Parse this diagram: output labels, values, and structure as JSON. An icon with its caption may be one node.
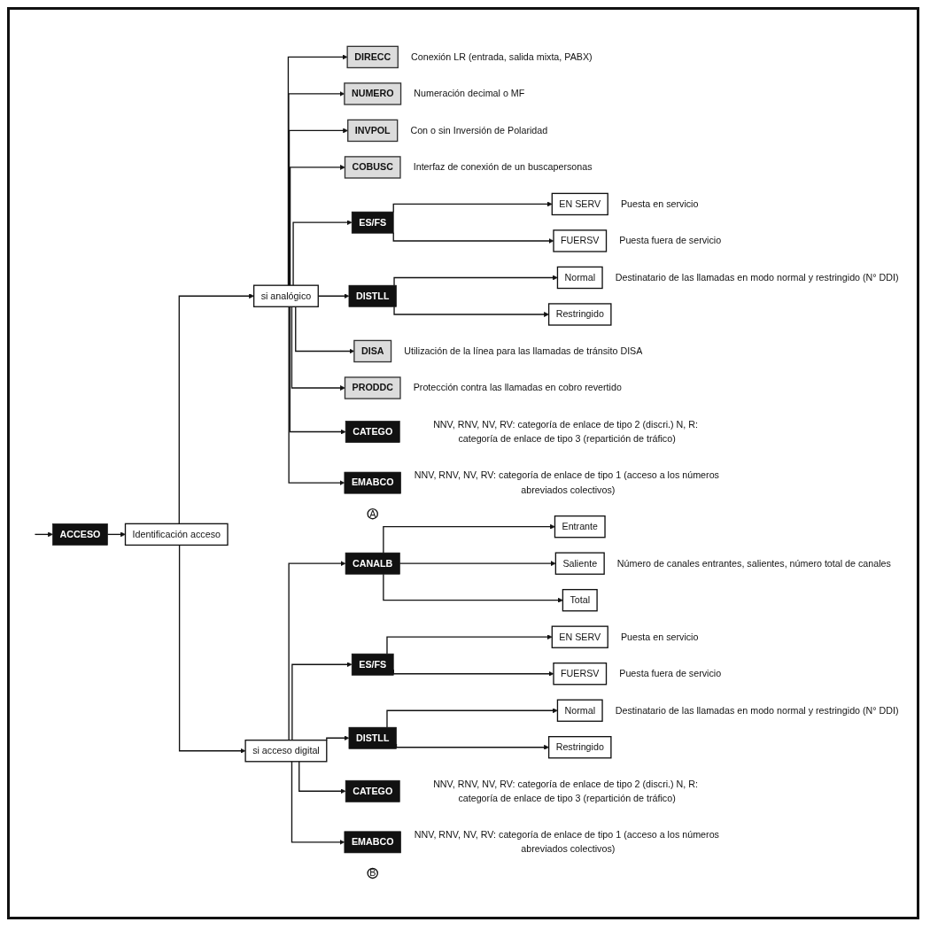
{
  "diagram": {
    "nodes": [
      {
        "text": [
          "ACCESO"
        ]
      },
      {
        "text": [
          "Identificación acceso"
        ]
      },
      {
        "text": [
          "si analógico"
        ]
      },
      {
        "text": [
          "A"
        ]
      },
      {
        "text": [
          "DIRECC"
        ],
        "beside": [
          "Conexión LR (entrada, salida mixta, PABX)"
        ]
      },
      {
        "text": [
          "NUMERO"
        ],
        "beside": [
          "Numeración decimal o MF"
        ]
      },
      {
        "text": [
          "INVPOL"
        ],
        "beside": [
          "Con o sin Inversión de Polaridad"
        ]
      },
      {
        "text": [
          "COBUSC"
        ],
        "beside": [
          "Interfaz de conexión de un buscapersonas"
        ]
      },
      {
        "text": [
          "ES/FS"
        ]
      },
      {
        "text": [
          "EN SERV"
        ],
        "beside": [
          "Puesta en servicio"
        ]
      },
      {
        "text": [
          "FUERSV"
        ],
        "beside": [
          "Puesta fuera de servicio"
        ]
      },
      {
        "text": [
          "DISTLL"
        ]
      },
      {
        "text": [
          "Normal"
        ],
        "beside": [
          "Destinatario de las llamadas en modo normal y restringido (N° DDI)"
        ]
      },
      {
        "text": [
          "Restringido"
        ]
      },
      {
        "text": [
          "DISA"
        ],
        "beside": [
          "Utilización de la línea para las llamadas de tránsito DISA"
        ]
      },
      {
        "text": [
          "PRODDC"
        ],
        "beside": [
          "Protección contra las llamadas en cobro revertido"
        ]
      },
      {
        "text": [
          "CATEGO"
        ],
        "beside": [
          "NNV, RNV, NV, RV: categoría de enlace de tipo 2 (discri.) N, R: categoría de enlace de tipo 3 (repartición de tráfico)"
        ]
      },
      {
        "text": [
          "EMABCO"
        ],
        "beside": [
          "NNV, RNV, NV, RV: categoría de enlace de tipo 1 (acceso a los números abreviados colectivos)"
        ]
      },
      {
        "text": [
          "si acceso digital"
        ]
      },
      {
        "text": [
          "B"
        ]
      },
      {
        "text": [
          "CANALB"
        ]
      },
      {
        "text": [
          "Entrante"
        ]
      },
      {
        "text": [
          "Saliente"
        ],
        "beside": [
          "Número de canales entrantes, salientes, número total de canales"
        ]
      },
      {
        "text": [
          "Total"
        ]
      },
      {
        "text": [
          "ES/FS"
        ]
      },
      {
        "text": [
          "EN SERV"
        ],
        "beside": [
          "Puesta en servicio"
        ]
      },
      {
        "text": [
          "FUERSV"
        ],
        "beside": [
          "Puesta fuera de servicio"
        ]
      },
      {
        "text": [
          "DISTLL"
        ]
      },
      {
        "text": [
          "Normal"
        ],
        "beside": [
          "Destinatario de las llamadas en modo normal y restringido (N° DDI)"
        ]
      },
      {
        "text": [
          "Restringido"
        ]
      },
      {
        "text": [
          "CATEGO"
        ],
        "beside": [
          "NNV, RNV, NV, RV: categoría de enlace de tipo 2 (discri.) N, R: categoría de enlace de tipo 3 (repartición de tráfico)"
        ]
      },
      {
        "text": [
          "EMABCO"
        ],
        "beside": [
          "NNV, RNV, NV, RV: categoría de enlace de tipo 1 (acceso a los números abreviados colectivos)"
        ]
      }
    ],
    "edges": [
      {
        "from": null,
        "to": 0,
        "arrow": "to"
      },
      {
        "from": 0,
        "to": 1,
        "arrow": "to"
      },
      {
        "from": 1,
        "to": 2,
        "arrow": "to"
      },
      {
        "from": 2,
        "to": 4,
        "arrow": "to"
      },
      {
        "from": 2,
        "to": 5,
        "arrow": "to"
      },
      {
        "from": 2,
        "to": 6,
        "arrow": "to"
      },
      {
        "from": 2,
        "to": 7,
        "arrow": "to"
      },
      {
        "from": 2,
        "to": 8,
        "arrow": "to"
      },
      {
        "from": 8,
        "to": 9,
        "arrow": "to"
      },
      {
        "from": 8,
        "to": 10,
        "arrow": "to"
      },
      {
        "from": 2,
        "to": 11,
        "arrow": "to"
      },
      {
        "from": 11,
        "to": 12,
        "arrow": "to"
      },
      {
        "from": 11,
        "to": 13,
        "arrow": "to"
      },
      {
        "from": 2,
        "to": 14,
        "arrow": "to"
      },
      {
        "from": 2,
        "to": 15,
        "arrow": "to"
      },
      {
        "from": 2,
        "to": 16,
        "arrow": "to"
      },
      {
        "from": 2,
        "to": 17,
        "arrow": "to"
      },
      {
        "from": 1,
        "to": 18,
        "arrow": "to"
      },
      {
        "from": 18,
        "to": 20,
        "arrow": "to"
      },
      {
        "from": 20,
        "to": 21,
        "arrow": "to"
      },
      {
        "from": 20,
        "to": 22,
        "arrow": "to"
      },
      {
        "from": 20,
        "to": 23,
        "arrow": "to"
      },
      {
        "from": 18,
        "to": 24,
        "arrow": "to"
      },
      {
        "from": 24,
        "to": 25,
        "arrow": "to"
      },
      {
        "from": 24,
        "to": 26,
        "arrow": "to"
      },
      {
        "from": 18,
        "to": 27,
        "arrow": "to"
      },
      {
        "from": 27,
        "to": 28,
        "arrow": "to"
      },
      {
        "from": 27,
        "to": 29,
        "arrow": "to"
      },
      {
        "from": 18,
        "to": 30,
        "arrow": "to"
      },
      {
        "from": 18,
        "to": 31,
        "arrow": "to"
      }
    ]
  }
}
